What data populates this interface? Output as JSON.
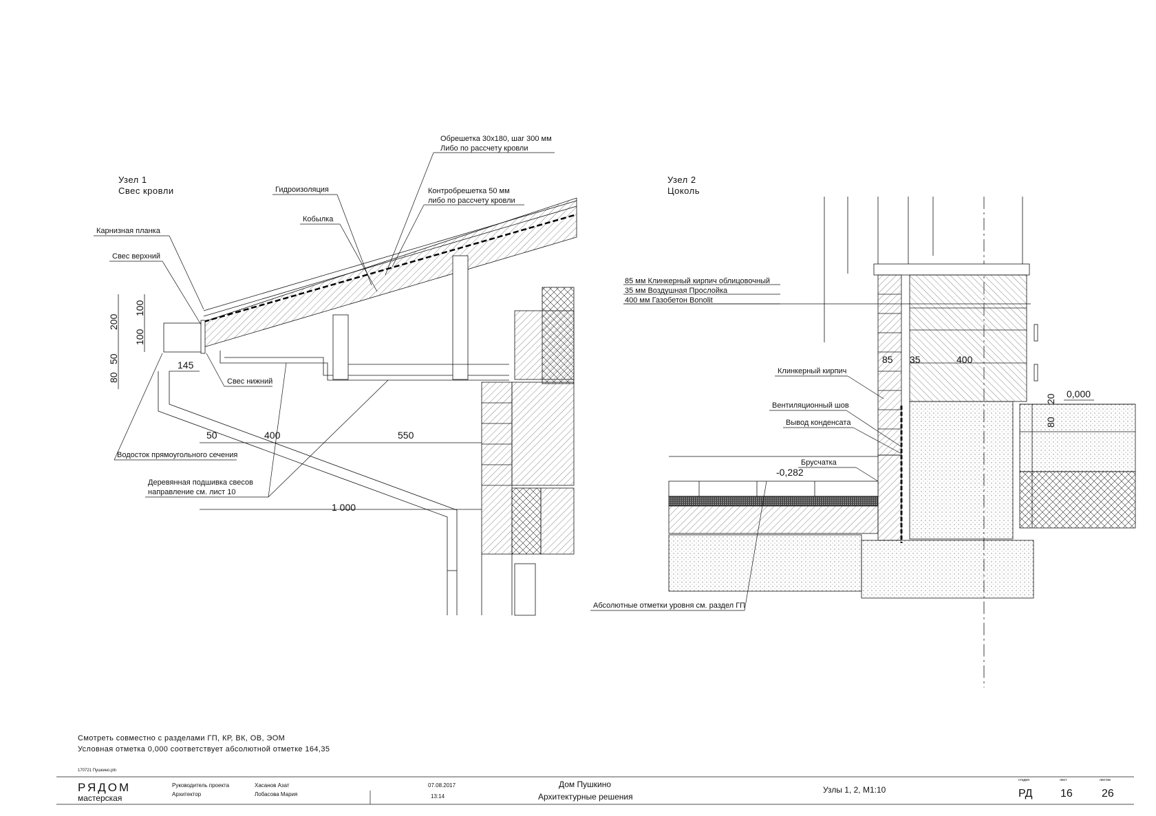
{
  "node1": {
    "title": "Узел 1",
    "subtitle": "Свес кровли",
    "labels": {
      "obreshetka_1": "Обрешетка 30х180, шаг 300 мм",
      "obreshetka_2": "Либо по рассчету кровли",
      "kontr_1": "Контробрешетка 50 мм",
      "kontr_2": "либо по рассчету кровли",
      "gidro": "Гидроизоляция",
      "kobylka": "Кобылка",
      "karniz": "Карнизная планка",
      "sves_verh": "Свес верхний",
      "sves_niz": "Свес нижний",
      "vodostok": "Водосток прямоугольного сечения",
      "podshivka_1": "Деревянная подшивка свесов",
      "podshivka_2": "направление см. лист 10"
    },
    "dims": {
      "d200": "200",
      "d100a": "100",
      "d100b": "100",
      "d50v": "50",
      "d80": "80",
      "d145": "145",
      "d50": "50",
      "d400": "400",
      "d550": "550",
      "d1000": "1 000"
    }
  },
  "node2": {
    "title": "Узел 2",
    "subtitle": "Цоколь",
    "layers": [
      "85 мм   Клинкерный кирпич облицовочный",
      "35 мм   Воздушная Прослойка",
      "400 мм Газобетон Bonolit"
    ],
    "labels": {
      "klinker": "Клинкерный кирпич",
      "vent": "Вентиляционный шов",
      "kondensat": "Вывод конденсата",
      "bruschatka": "Брусчатка",
      "absolut": "Абсолютные отметки уровня см. раздел ГП"
    },
    "dims": {
      "d85": "85",
      "d35": "35",
      "d400": "400",
      "d20": "20",
      "d80": "80",
      "level_0": "0,000",
      "level_neg": "-0,282"
    }
  },
  "notes": {
    "line1": "Смотреть совместно с разделами ГП, КР, ВК, ОВ, ЭОМ",
    "line2": "Условная отметка 0,000 соответствует абсолютной отметке 164,35"
  },
  "title_block": {
    "file": "170721 Пушкино.pln",
    "company_1": "РЯДОМ",
    "company_2": "мастерская",
    "role_1": "Руководитель проекта",
    "role_2": "Архитектор",
    "name_1": "Хасанов Азат",
    "name_2": "Лобасова Мария",
    "date": "07.08.2017",
    "time": "13:14",
    "project_1": "Дом Пушкино",
    "project_2": "Архитектурные решения",
    "sheet_title": "Узлы 1, 2, М1:10",
    "stage_hdr": "стадия",
    "sheet_hdr": "лист",
    "sheets_hdr": "листов",
    "stage": "РД",
    "sheet": "16",
    "sheets": "26"
  }
}
